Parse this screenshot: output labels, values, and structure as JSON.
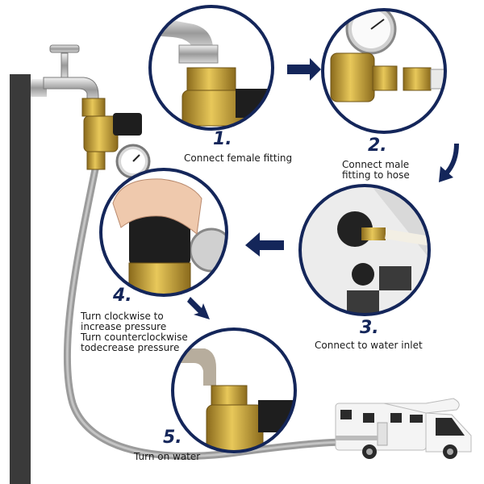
{
  "steps": [
    {
      "number": "1.",
      "caption": "Connect female fitting"
    },
    {
      "number": "2.",
      "caption_line1": "Connect male",
      "caption_line2": "fitting to hose"
    },
    {
      "number": "3.",
      "caption": "Connect to water inlet"
    },
    {
      "number": "4.",
      "caption_line1": "Turn clockwise to",
      "caption_line2": "increase pressure",
      "caption_line3": "Turn counterclockwise",
      "caption_line4": "todecrease pressure"
    },
    {
      "number": "5.",
      "caption": "Turn on water"
    }
  ],
  "colors": {
    "circle_border": "#14265a",
    "arrow": "#14265a",
    "brass": "#c9a23c",
    "post": "#3a3a3a",
    "hose": "#9b9b9b"
  },
  "icons": [
    "faucet-icon",
    "pressure-regulator-icon",
    "pressure-gauge-icon",
    "hand-icon",
    "water-inlet-icon",
    "rv-camper-icon"
  ]
}
